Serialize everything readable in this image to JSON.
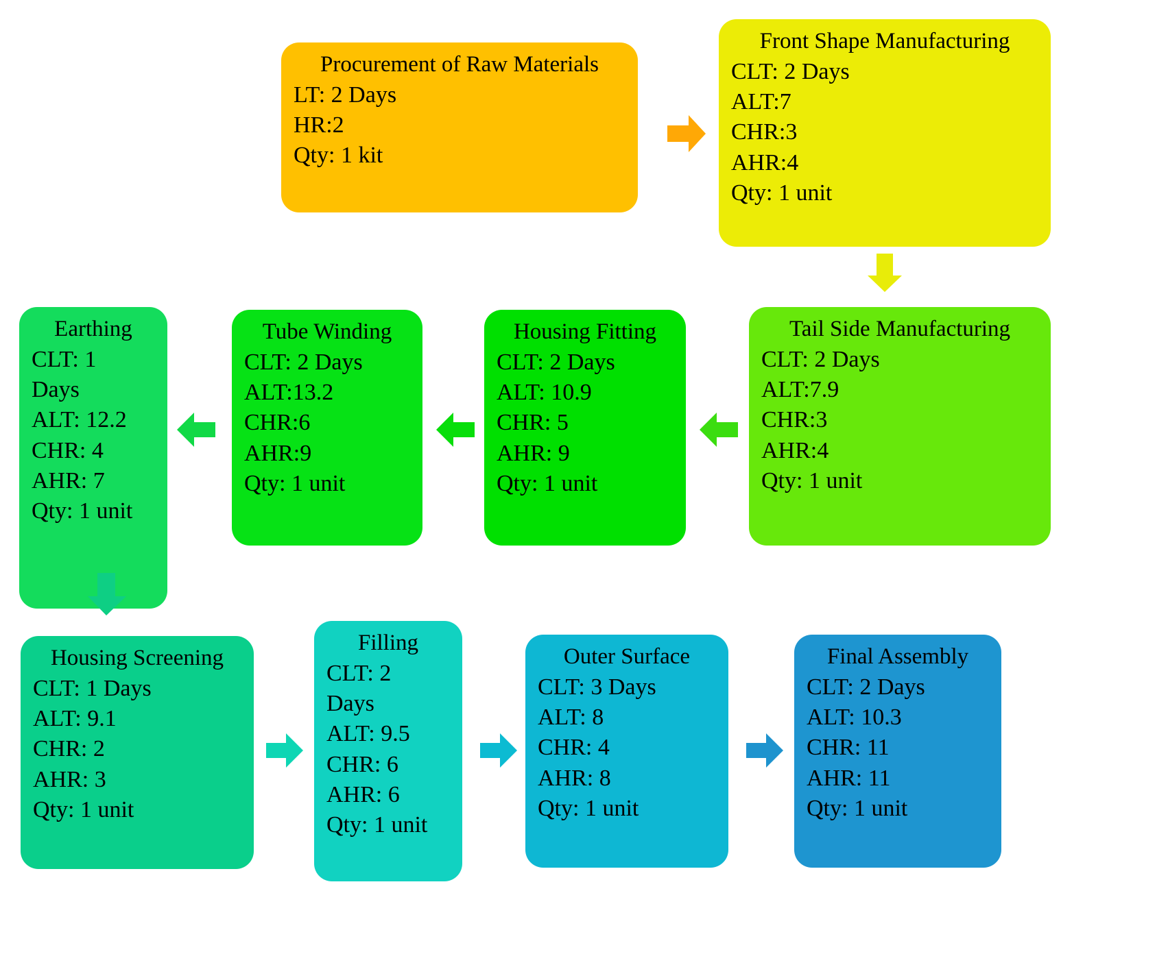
{
  "diagram": {
    "type": "process-flow",
    "title_present": false,
    "background": "#ffffff",
    "legend_keys": [
      "LT",
      "CLT",
      "HR",
      "ALT",
      "CHR",
      "AHR",
      "Qty"
    ],
    "nodes": [
      {
        "id": "procurement",
        "title": "Procurement of Raw Materials",
        "color": "#FFC000",
        "lines": [
          "LT: 2 Days",
          "HR:2",
          "Qty: 1 kit"
        ],
        "metrics": {
          "LT": "2 Days",
          "HR": "2",
          "Qty": "1 kit"
        }
      },
      {
        "id": "front-shape-manufacturing",
        "title": "Front Shape Manufacturing",
        "color": "#ECEC06",
        "lines": [
          "CLT: 2 Days",
          "ALT:7",
          "CHR:3",
          "AHR:4",
          "Qty: 1 unit"
        ],
        "metrics": {
          "CLT": "2 Days",
          "ALT": "7",
          "CHR": "3",
          "AHR": "4",
          "Qty": "1 unit"
        }
      },
      {
        "id": "tail-side-manufacturing",
        "title": "Tail Side Manufacturing",
        "color": "#67E80B",
        "lines": [
          "CLT: 2 Days",
          "ALT:7.9",
          "CHR:3",
          "AHR:4",
          "Qty: 1 unit"
        ],
        "metrics": {
          "CLT": "2 Days",
          "ALT": "7.9",
          "CHR": "3",
          "AHR": "4",
          "Qty": "1 unit"
        }
      },
      {
        "id": "housing-fitting",
        "title": "Housing Fitting",
        "color": "#00E000",
        "lines": [
          "CLT: 2 Days",
          "ALT: 10.9",
          "CHR: 5",
          "AHR: 9",
          "Qty: 1 unit"
        ],
        "metrics": {
          "CLT": "2 Days",
          "ALT": "10.9",
          "CHR": "5",
          "AHR": "9",
          "Qty": "1 unit"
        }
      },
      {
        "id": "tube-winding",
        "title": "Tube Winding",
        "color": "#06E215",
        "lines": [
          "CLT: 2 Days",
          "ALT:13.2",
          "CHR:6",
          "AHR:9",
          "Qty: 1 unit"
        ],
        "metrics": {
          "CLT": "2 Days",
          "ALT": "13.2",
          "CHR": "6",
          "AHR": "9",
          "Qty": "1 unit"
        }
      },
      {
        "id": "earthing",
        "title": "Earthing",
        "color": "#14DC5C",
        "lines": [
          "CLT: 1",
          "Days",
          "ALT: 12.2",
          "CHR: 4",
          "AHR: 7",
          "Qty: 1 unit"
        ],
        "metrics": {
          "CLT": "1 Days",
          "ALT": "12.2",
          "CHR": "4",
          "AHR": "7",
          "Qty": "1 unit"
        }
      },
      {
        "id": "housing-screening",
        "title": "Housing Screening",
        "color": "#0ACF8B",
        "lines": [
          "CLT: 1 Days",
          "ALT: 9.1",
          "CHR: 2",
          "AHR: 3",
          "Qty: 1 unit"
        ],
        "metrics": {
          "CLT": "1 Days",
          "ALT": "9.1",
          "CHR": "2",
          "AHR": "3",
          "Qty": "1 unit"
        }
      },
      {
        "id": "filling",
        "title": "Filling",
        "color": "#11D2C1",
        "lines": [
          "CLT: 2",
          "Days",
          "ALT: 9.5",
          "CHR: 6",
          "AHR: 6",
          "Qty: 1 unit"
        ],
        "metrics": {
          "CLT": "2 Days",
          "ALT": "9.5",
          "CHR": "6",
          "AHR": "6",
          "Qty": "1 unit"
        }
      },
      {
        "id": "outer-surface",
        "title": "Outer Surface",
        "color": "#0EB7D3",
        "lines": [
          "CLT: 3 Days",
          "ALT: 8",
          "CHR: 4",
          "AHR: 8",
          "Qty: 1 unit"
        ],
        "metrics": {
          "CLT": "3 Days",
          "ALT": "8",
          "CHR": "4",
          "AHR": "8",
          "Qty": "1 unit"
        }
      },
      {
        "id": "final-assembly",
        "title": "Final Assembly",
        "color": "#1E95D0",
        "lines": [
          "CLT: 2 Days",
          "ALT: 10.3",
          "CHR: 11",
          "AHR: 11",
          "Qty: 1 unit"
        ],
        "metrics": {
          "CLT": "2 Days",
          "ALT": "10.3",
          "CHR": "11",
          "AHR": "11",
          "Qty": "1 unit"
        }
      }
    ],
    "arrows": [
      {
        "id": "a1",
        "from": "procurement",
        "to": "front-shape-manufacturing",
        "direction": "right",
        "color": "#FFA806"
      },
      {
        "id": "a2",
        "from": "front-shape-manufacturing",
        "to": "tail-side-manufacturing",
        "direction": "down",
        "color": "#E8EC09"
      },
      {
        "id": "a3",
        "from": "tail-side-manufacturing",
        "to": "housing-fitting",
        "direction": "left",
        "color": "#3BDD10"
      },
      {
        "id": "a4",
        "from": "housing-fitting",
        "to": "tube-winding",
        "direction": "left",
        "color": "#08DE0B"
      },
      {
        "id": "a5",
        "from": "tube-winding",
        "to": "earthing",
        "direction": "left",
        "color": "#11D946"
      },
      {
        "id": "a6",
        "from": "earthing",
        "to": "housing-screening",
        "direction": "down",
        "color": "#0ECF84"
      },
      {
        "id": "a7",
        "from": "housing-screening",
        "to": "filling",
        "direction": "right",
        "color": "#0ED6B4"
      },
      {
        "id": "a8",
        "from": "filling",
        "to": "outer-surface",
        "direction": "right",
        "color": "#0CBBD2"
      },
      {
        "id": "a9",
        "from": "outer-surface",
        "to": "final-assembly",
        "direction": "right",
        "color": "#1E93CE"
      }
    ]
  }
}
